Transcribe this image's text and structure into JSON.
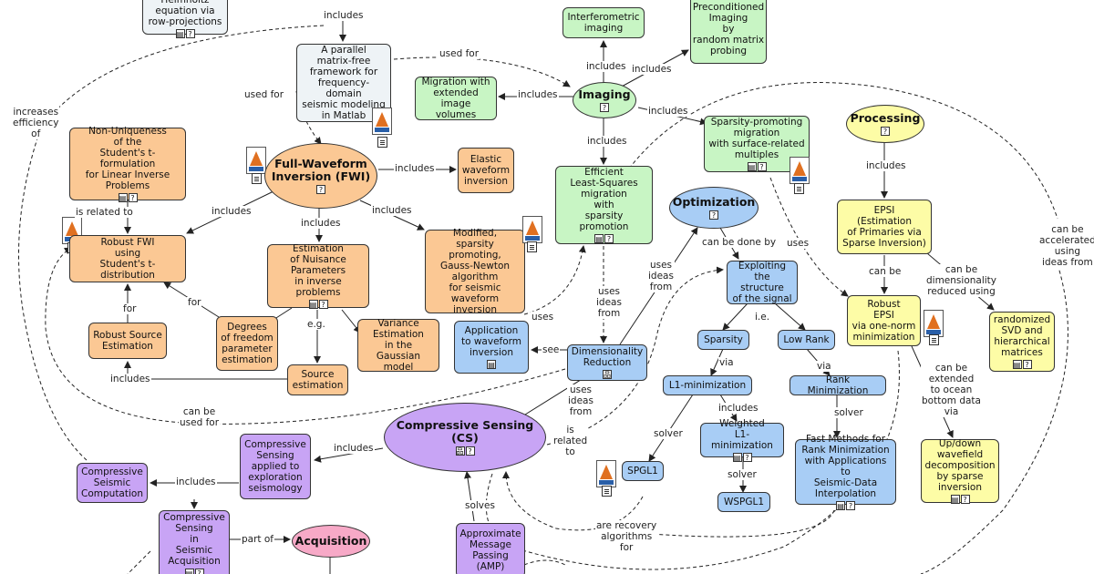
{
  "nodes": {
    "helmholtz": {
      "text": "of the Helmholtz\nequation via\nrow-projections",
      "icons": "▤ ?"
    },
    "parallel_framework": {
      "text": "A parallel\nmatrix-free\nframework for\nfrequency-domain\nseismic modeling\nin Matlab",
      "icons": ""
    },
    "interferometric": {
      "text": "Interferometric\nimaging",
      "icons": ""
    },
    "preconditioned": {
      "text": "Preconditioned\nImaging\nby\nrandom matrix\nprobing",
      "icons": ""
    },
    "migration_extended": {
      "text": "Migration with\nextended\nimage volumes",
      "icons": ""
    },
    "imaging": {
      "text": "Imaging",
      "icons": "?"
    },
    "sparsity_migration": {
      "text": "Sparsity-promoting\nmigration\nwith surface-related\nmultiples",
      "icons": "▤ ?"
    },
    "processing": {
      "text": "Processing",
      "icons": "?"
    },
    "non_uniqueness": {
      "text": "Non-Uniqueness\nof the\nStudent's t-formulation\nfor Linear Inverse\nProblems",
      "icons": "▤ ?"
    },
    "fwi": {
      "text": "Full-Waveform\nInversion (FWI)",
      "icons": "?"
    },
    "elastic": {
      "text": "Elastic\nwaveform\ninversion",
      "icons": ""
    },
    "efficient_ls": {
      "text": "Efficient\nLeast-Squares\nmigration\nwith\nsparsity promotion",
      "icons": "▤ ?"
    },
    "optimization": {
      "text": "Optimization",
      "icons": "?"
    },
    "epsi": {
      "text": "EPSI\n(Estimation\nof Primaries via\nSparse Inversion)",
      "icons": ""
    },
    "robust_fwi": {
      "text": "Robust FWI\nusing\nStudent's t-distribution",
      "icons": ""
    },
    "estimation_nuisance": {
      "text": "Estimation\nof Nuisance\nParameters\nin inverse problems",
      "icons": "▤ ?"
    },
    "gauss_newton": {
      "text": "Modified,\nsparsity promoting,\nGauss-Newton\nalgorithm\nfor seismic waveform\ninversion",
      "icons": ""
    },
    "exploiting": {
      "text": "Exploiting\nthe structure\nof the signal",
      "icons": ""
    },
    "robust_epsi": {
      "text": "Robust\nEPSI\nvia one-norm\nminimization",
      "icons": ""
    },
    "randomized_svd": {
      "text": "randomized\nSVD and\nhierarchical\nmatrices",
      "icons": "▤ ?"
    },
    "robust_source": {
      "text": "Robust Source\nEstimation",
      "icons": ""
    },
    "degrees_freedom": {
      "text": "Degrees\nof freedom\nparameter\nestimation",
      "icons": ""
    },
    "variance_estimation": {
      "text": "Variance\nEstimation\nin the Gaussian\nmodel",
      "icons": ""
    },
    "application_waveform": {
      "text": "Application\nto waveform\ninversion",
      "icons": "▤"
    },
    "dimensionality": {
      "text": "Dimensionality\nReduction",
      "icons": "品"
    },
    "sparsity": {
      "text": "Sparsity",
      "icons": ""
    },
    "low_rank": {
      "text": "Low Rank",
      "icons": ""
    },
    "source_estimation": {
      "text": "Source\nestimation",
      "icons": ""
    },
    "l1_min": {
      "text": "L1-minimization",
      "icons": ""
    },
    "rank_min": {
      "text": "Rank Minimization",
      "icons": ""
    },
    "cs": {
      "text": "Compressive Sensing\n(CS)",
      "icons": "品 ?"
    },
    "weighted_l1": {
      "text": "Weighted\nL1-minimization",
      "icons": "▤ ?"
    },
    "cs_exploration": {
      "text": "Compressive\nSensing\napplied to\nexploration\nseismology",
      "icons": ""
    },
    "compressive_computation": {
      "text": "Compressive\nSeismic\nComputation",
      "icons": ""
    },
    "spgl1": {
      "text": "SPGL1",
      "icons": ""
    },
    "wspgl1": {
      "text": "WSPGL1",
      "icons": ""
    },
    "fast_methods": {
      "text": "Fast Methods for\nRank Minimization\nwith Applications to\nSeismic-Data\nInterpolation",
      "icons": "▤ ?"
    },
    "up_down": {
      "text": "Up/down\nwavefield\ndecomposition\nby sparse\ninversion",
      "icons": "▤ ?"
    },
    "cs_acquisition": {
      "text": "Compressive\nSensing\nin\nSeismic\nAcquisition",
      "icons": "▤ ?"
    },
    "acquisition": {
      "text": "Acquisition",
      "icons": ""
    },
    "amp": {
      "text": "Approximate\nMessage\nPassing\n(AMP)",
      "icons": ""
    }
  },
  "links": {
    "includes_top": "includes",
    "used_for_1": "used for",
    "used_for_2": "used for",
    "increases_efficiency": "increases\nefficiency\nof",
    "includes_interf": "includes",
    "includes_precond": "includes",
    "includes_migext": "includes",
    "includes_sparsemig": "includes",
    "includes_efficient": "includes",
    "includes_processing": "includes",
    "includes_elastic": "includes",
    "includes_robustfwi": "includes",
    "includes_nuisance": "includes",
    "includes_gn": "includes",
    "is_related_to": "is related to",
    "can_be_done_by": "can be done by",
    "can_be_accelerated": "can be\naccelerated\nusing\nideas from",
    "uses_ideas_from_1": "uses\nideas\nfrom",
    "uses_ideas_from_2": "uses\nideas\nfrom",
    "uses_ideas_from_3": "uses\nideas\nfrom",
    "uses_1": "uses",
    "uses_2": "uses",
    "can_be": "can be",
    "can_be_dim_reduced": "can be\ndimensionality\nreduced using",
    "for_1": "for",
    "for_2": "for",
    "eg": "e.g.",
    "ie": "i.e.",
    "via_1": "via",
    "via_2": "via",
    "see": "see",
    "includes_source": "includes",
    "can_be_used_for": "can be\nused for",
    "can_be_extended": "can be\nextended\nto ocean\nbottom data\nvia",
    "includes_l1": "includes",
    "solver_1": "solver",
    "solver_2": "solver",
    "solver_3": "solver",
    "is_related_to_2": "is\nrelated\nto",
    "includes_cs": "includes",
    "includes_comp": "includes",
    "includes_acq": "includes",
    "part_of": "part of",
    "solves": "solves",
    "recovery": "are recovery\nalgorithms\nfor"
  }
}
